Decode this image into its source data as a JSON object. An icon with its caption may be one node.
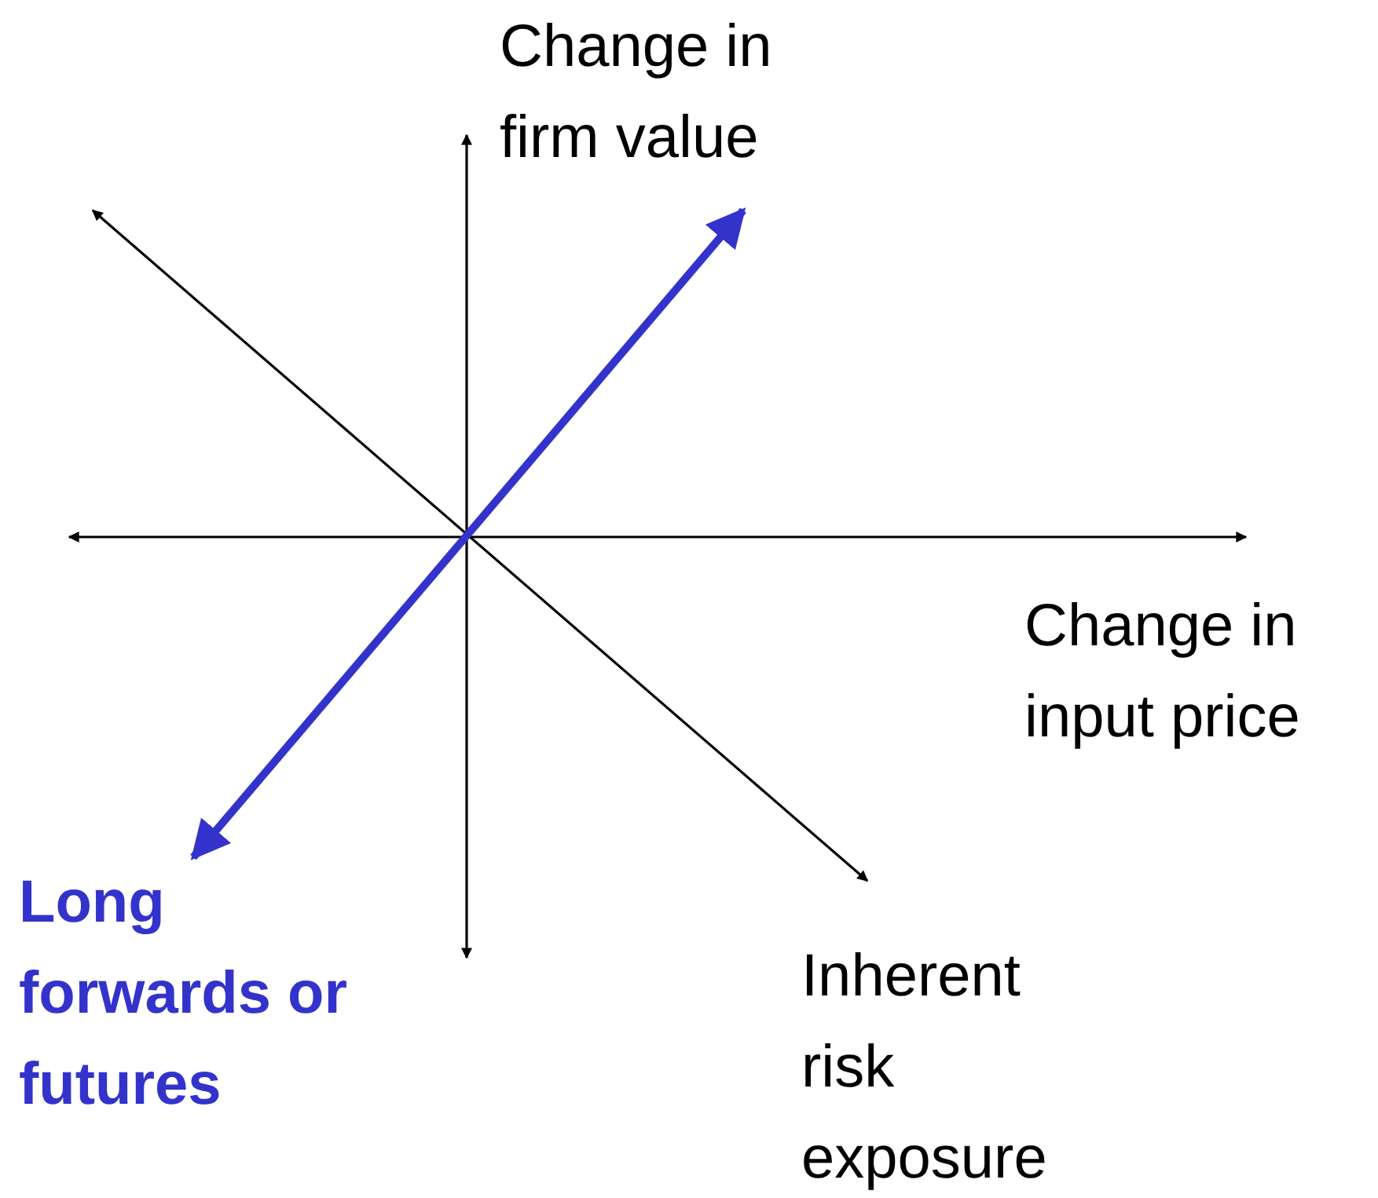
{
  "diagram": {
    "labels": [
      "Change in firm value",
      "Change in input price",
      "Long forwards or futures",
      "Inherent risk exposure"
    ]
  }
}
